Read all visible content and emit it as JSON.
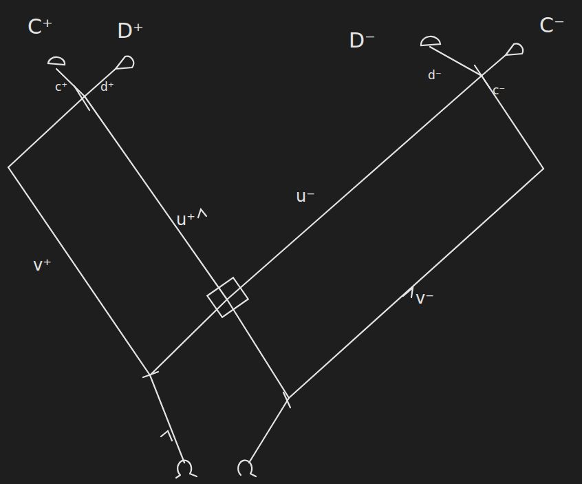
{
  "diagram": {
    "nodes": [
      {
        "text": [
          "C⁺"
        ]
      },
      {
        "text": [
          "D⁺"
        ]
      },
      {
        "text": [
          "D⁻"
        ]
      },
      {
        "text": [
          "C⁻"
        ]
      }
    ],
    "labels": [
      "c⁺",
      "d⁺",
      "d⁻",
      "c⁻",
      "v⁺",
      "u⁺",
      "u⁻",
      "v⁻"
    ]
  }
}
